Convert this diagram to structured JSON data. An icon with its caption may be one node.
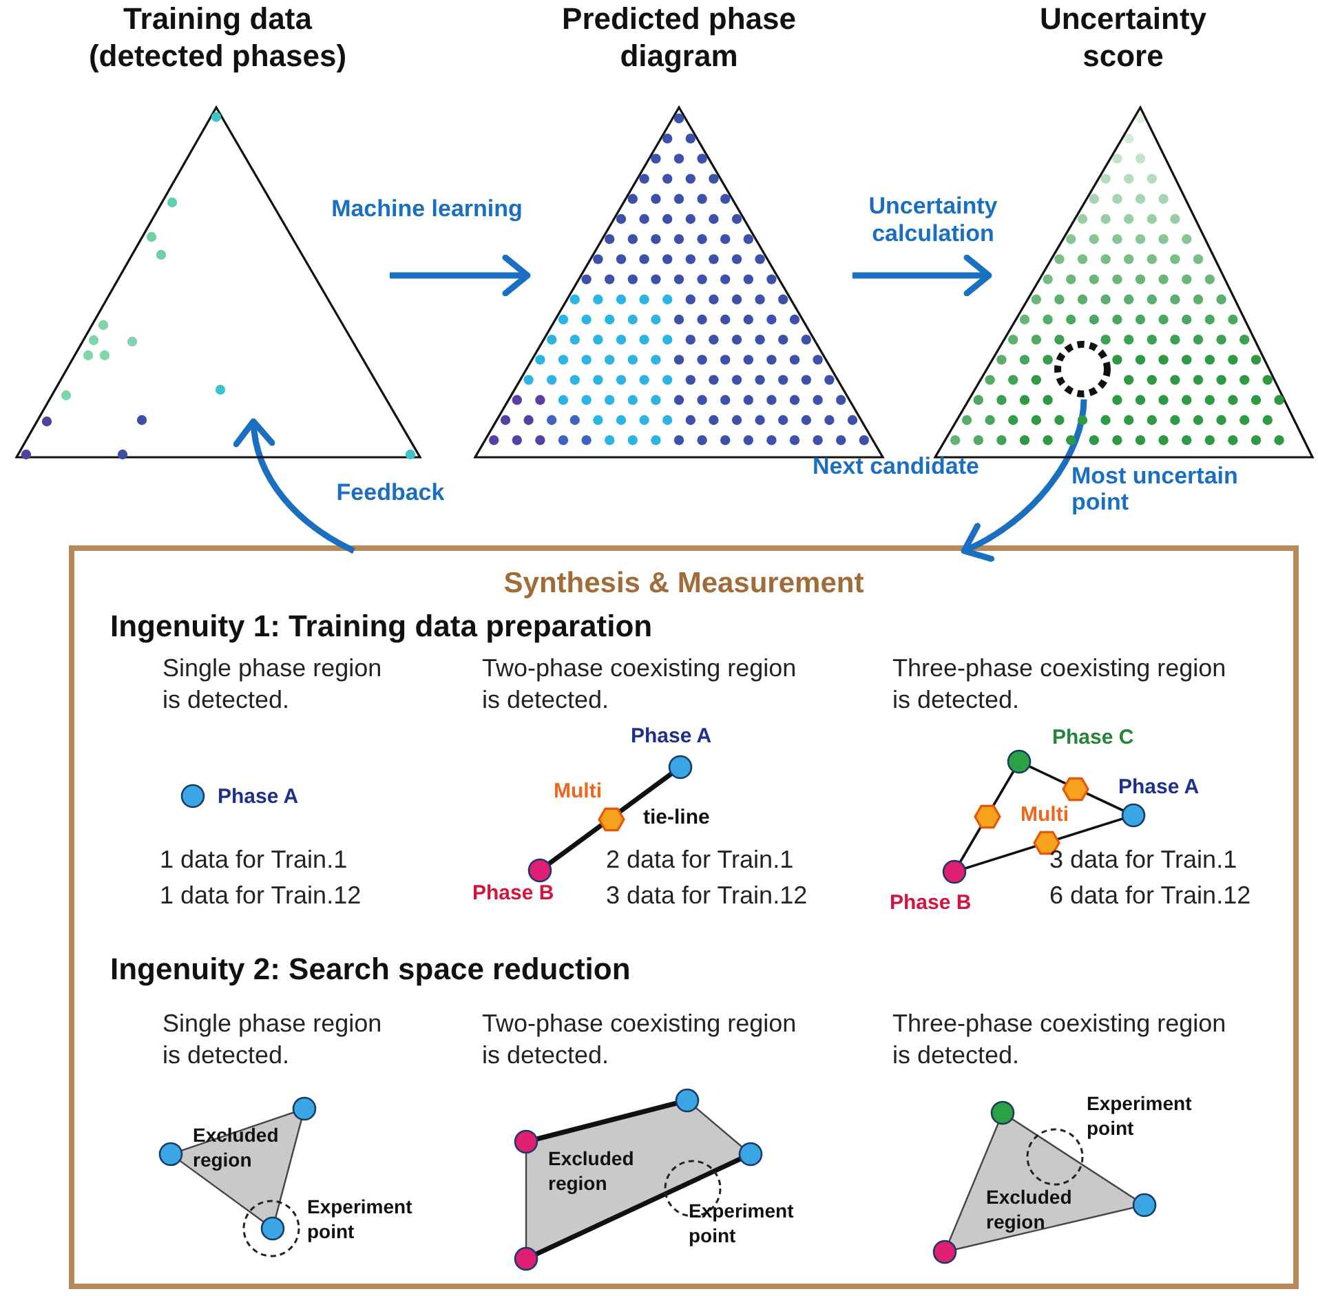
{
  "diagram": {
    "nodes": [
      {
        "text": [
          "Training data (detected phases)"
        ]
      },
      {
        "text": [
          "Predicted phase diagram"
        ]
      },
      {
        "text": [
          "Uncertainty score"
        ]
      },
      {
        "text": [],
        "shape": "circle",
        "in": 2
      },
      {
        "text": [
          "Synthesis & Measurement"
        ]
      }
    ],
    "edges": [
      {
        "from": 0,
        "to": 1,
        "arrow": "to",
        "label": "Machine learning"
      },
      {
        "from": 1,
        "to": 2,
        "arrow": "to",
        "label": "Uncertainty calculation"
      },
      {
        "from": 3,
        "to": 4,
        "arrow": "to",
        "label": "Next candidate"
      },
      {
        "from": 4,
        "to": 0,
        "arrow": "to",
        "label": "Feedback"
      }
    ],
    "labels": [
      "Most uncertain point",
      "Ingenuity 1: Training data preparation",
      "Single phase region is detected.",
      "Two-phase coexisting region is detected.",
      "Three-phase coexisting region is detected.",
      "Phase A",
      "Phase C",
      "Phase A",
      "Multi",
      "Phase A",
      "tie-line",
      "Multi",
      "1 data for Train.1",
      "2 data for Train.1",
      "3 data for Train.1",
      "1 data for Train.12",
      "Phase B",
      "3 data for Train.12",
      "Phase B",
      "6 data for Train.12",
      "Ingenuity 2: Search space reduction",
      "Single phase region is detected.",
      "Two-phase coexisting region is detected.",
      "Three-phase coexisting region is detected.",
      "Experiment point",
      "Excluded region",
      "Excluded region",
      "Experiment point",
      "Experiment point",
      "Excluded region"
    ]
  }
}
